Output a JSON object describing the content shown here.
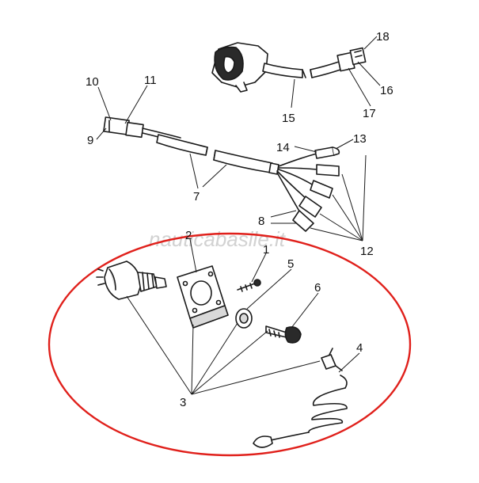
{
  "watermark": "nauticabasile.it",
  "colors": {
    "highlight": "#e0201b",
    "ink": "#1a1a1a"
  },
  "callouts": {
    "c1": "1",
    "c2": "2",
    "c3": "3",
    "c4": "4",
    "c5": "5",
    "c6": "6",
    "c7": "7",
    "c8": "8",
    "c9": "9",
    "c10": "10",
    "c11": "11",
    "c12": "12",
    "c13": "13",
    "c14": "14",
    "c15": "15",
    "c16": "16",
    "c17": "17",
    "c18": "18"
  }
}
